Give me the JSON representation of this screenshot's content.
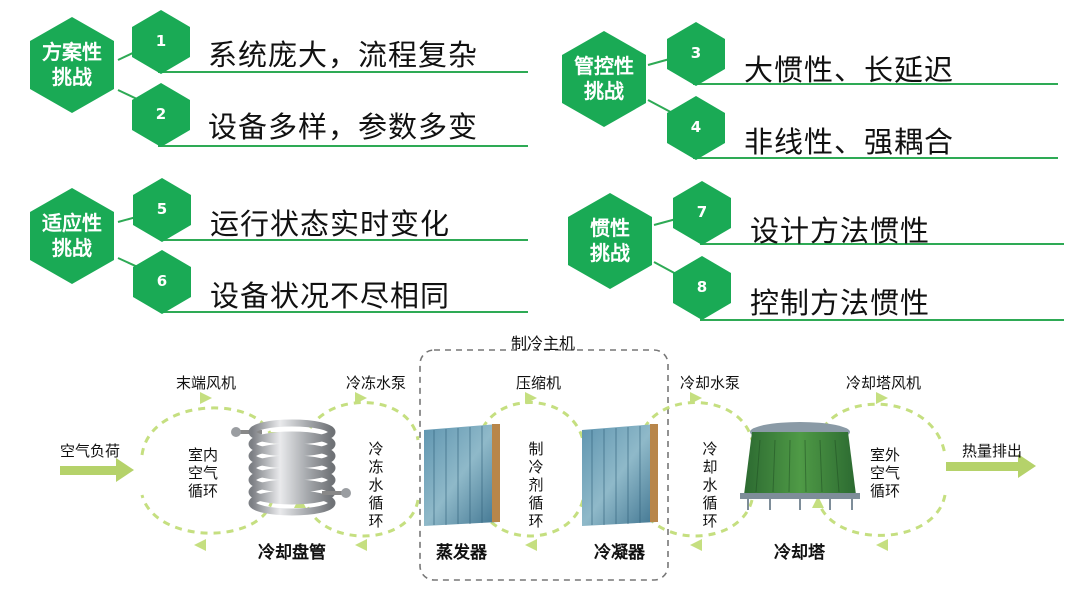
{
  "challenges": [
    {
      "category": [
        "方案性",
        "挑战"
      ],
      "items": [
        {
          "num": "1",
          "text": "系统庞大，流程复杂"
        },
        {
          "num": "2",
          "text": "设备多样，参数多变"
        }
      ]
    },
    {
      "category": [
        "管控性",
        "挑战"
      ],
      "items": [
        {
          "num": "3",
          "text": "大惯性、长延迟"
        },
        {
          "num": "4",
          "text": "非线性、强耦合"
        }
      ]
    },
    {
      "category": [
        "适应性",
        "挑战"
      ],
      "items": [
        {
          "num": "5",
          "text": "运行状态实时变化"
        },
        {
          "num": "6",
          "text": "设备状况不尽相同"
        }
      ]
    },
    {
      "category": [
        "惯性",
        "挑战"
      ],
      "items": [
        {
          "num": "7",
          "text": "设计方法惯性"
        },
        {
          "num": "8",
          "text": "控制方法惯性"
        }
      ]
    }
  ],
  "diagram": {
    "chiller_group": "制冷主机",
    "input": "空气负荷",
    "output": "热量排出",
    "top_labels": [
      "末端风机",
      "冷冻水泵",
      "压缩机",
      "冷却水泵",
      "冷却塔风机"
    ],
    "loops": [
      "室内空气循环",
      "冷冻水循环",
      "制冷剂循环",
      "冷却水循环",
      "室外空气循环"
    ],
    "devices": [
      "冷却盘管",
      "蒸发器",
      "冷凝器",
      "冷却塔"
    ]
  },
  "colors": {
    "green": "#1aaa55",
    "line": "#2eaa55",
    "arrow": "#b5d26a",
    "loop": "#c5df80"
  }
}
